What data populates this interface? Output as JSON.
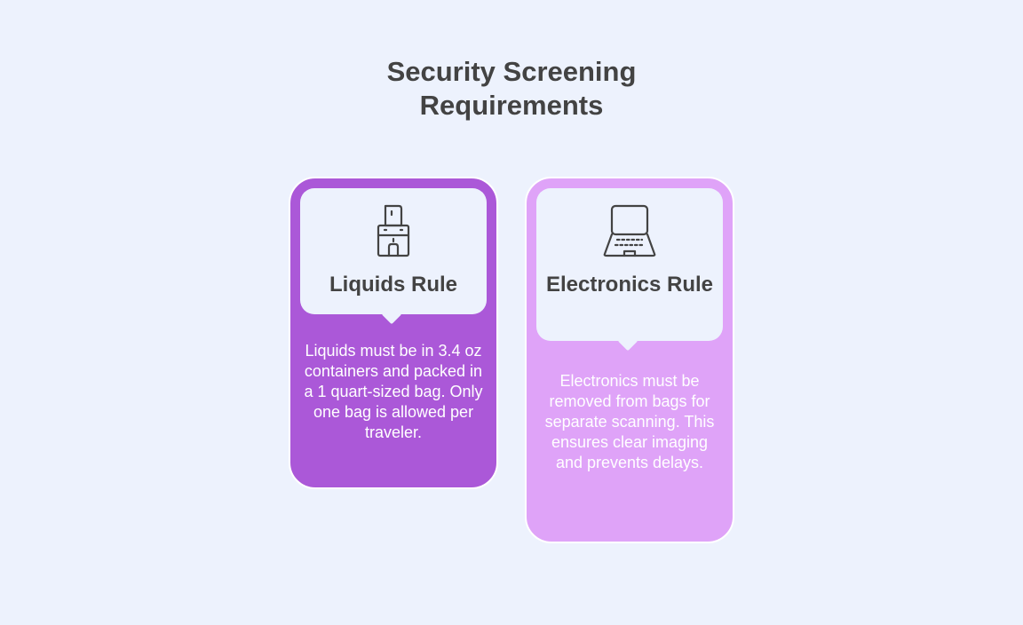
{
  "title": "Security Screening Requirements",
  "colors": {
    "background": "#edf2fd",
    "liquids_card": "#ab58d8",
    "electronics_card": "#dfa3f8",
    "text_dark": "#434343"
  },
  "cards": [
    {
      "icon": "water-cooler-icon",
      "title": "Liquids Rule",
      "description": "Liquids must be in 3.4 oz containers and packed in a 1 quart-sized bag. Only one bag is allowed per traveler."
    },
    {
      "icon": "laptop-icon",
      "title": "Electronics Rule",
      "description": "Electronics must be removed from bags for separate scanning. This ensures clear imaging and prevents delays."
    }
  ]
}
